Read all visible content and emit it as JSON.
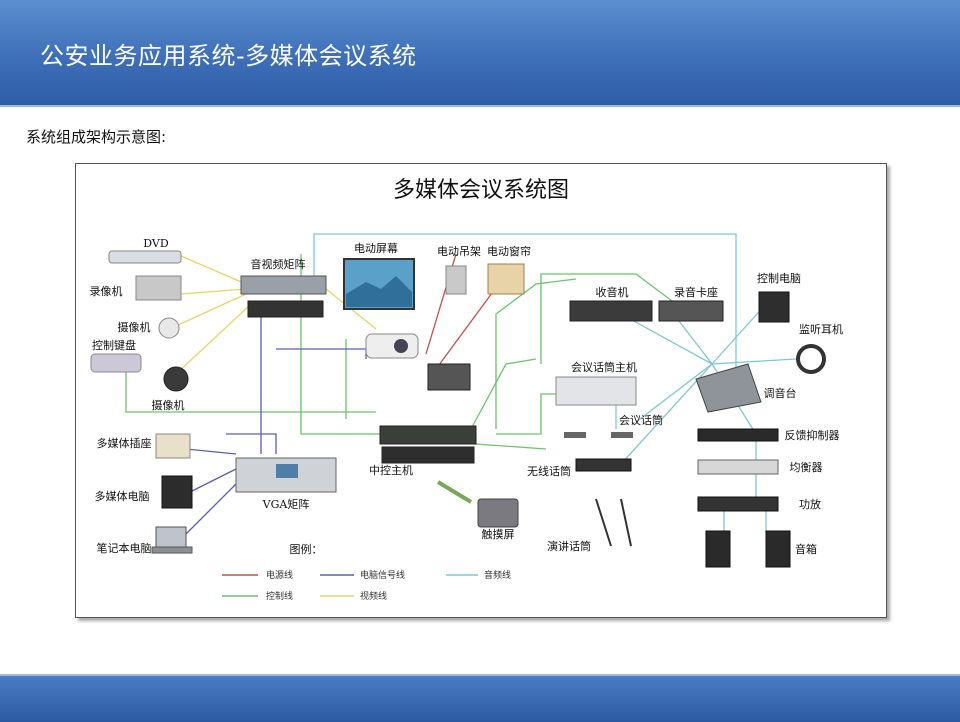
{
  "header": {
    "title": "公安业务应用系统-多媒体会议系统"
  },
  "subtitle": "系统组成架构示意图:",
  "diagram": {
    "title": "多媒体会议系统图",
    "labels": {
      "dvd": "DVD",
      "recorder": "录像机",
      "camera1": "摄像机",
      "control_keyboard": "控制键盘",
      "camera2": "摄像机",
      "av_matrix": "音视频矩阵",
      "screen": "电动屏幕",
      "lift": "电动吊架",
      "curtain": "电动窗帘",
      "radio": "收音机",
      "tape_deck": "录音卡座",
      "control_pc": "控制电脑",
      "monitor_headphone": "监听耳机",
      "mixer": "调音台",
      "feedback": "反馈抑制器",
      "equalizer": "均衡器",
      "amplifier": "功放",
      "speaker": "音箱",
      "conf_host": "会议话筒主机",
      "conf_mic": "会议话筒",
      "wireless_mic": "无线话筒",
      "lectern_mic": "演讲话筒",
      "central_host": "中控主机",
      "touch_screen": "触摸屏",
      "mm_socket": "多媒体插座",
      "mm_pc": "多媒体电脑",
      "laptop": "笔记本电脑",
      "vga_matrix": "VGA矩阵"
    },
    "legend": {
      "title": "图例：",
      "items": [
        {
          "label": "电源线",
          "color": "#c0504d"
        },
        {
          "label": "电脑信号线",
          "color": "#5b5fb0"
        },
        {
          "label": "音频线",
          "color": "#7fc8cf"
        },
        {
          "label": "控制线",
          "color": "#6cc46c"
        },
        {
          "label": "视频线",
          "color": "#e8d46a"
        }
      ]
    }
  }
}
